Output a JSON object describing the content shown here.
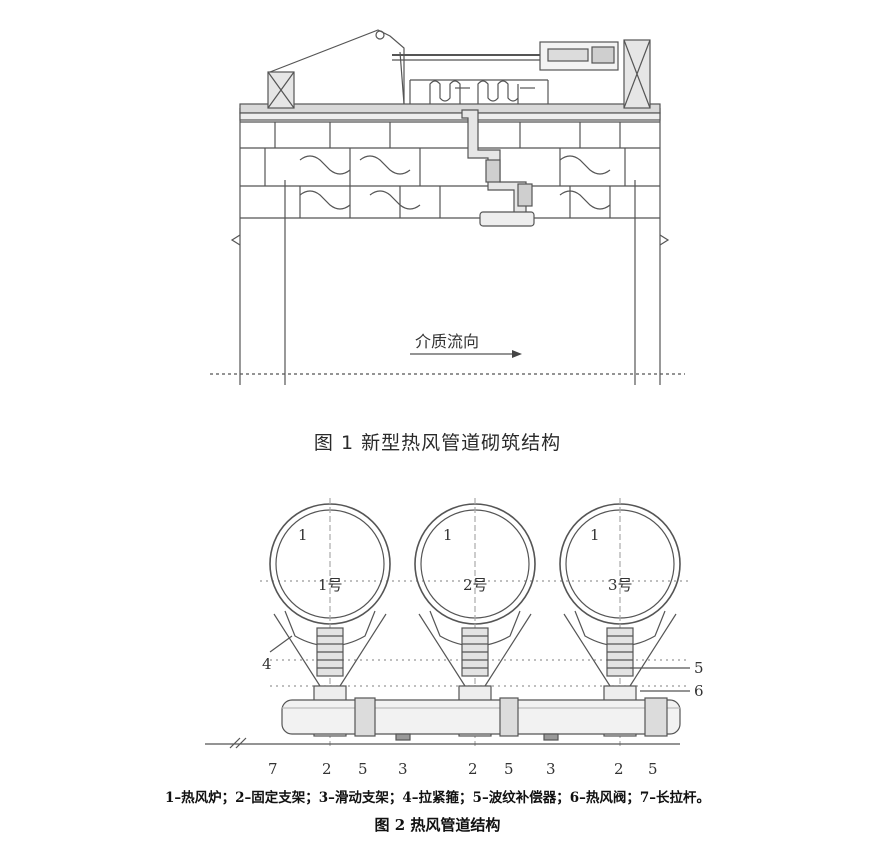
{
  "figure1": {
    "flow_label": "介质流向",
    "caption": "图 1    新型热风管道砌筑结构"
  },
  "figure2": {
    "stove_labels": [
      "1号",
      "2号",
      "3号"
    ],
    "part_one_label": "1",
    "callout_4": "4",
    "callout_5": "5",
    "callout_6": "6",
    "bottom_labels": [
      "7",
      "2",
      "5",
      "3",
      "2",
      "5",
      "3",
      "2",
      "5"
    ],
    "legend": "1–热风炉；2–固定支架；3–滑动支架；4–拉紧箍；5–波纹补偿器；6–热风阀；7–长拉杆。",
    "caption": "图 2    热风管道结构"
  }
}
